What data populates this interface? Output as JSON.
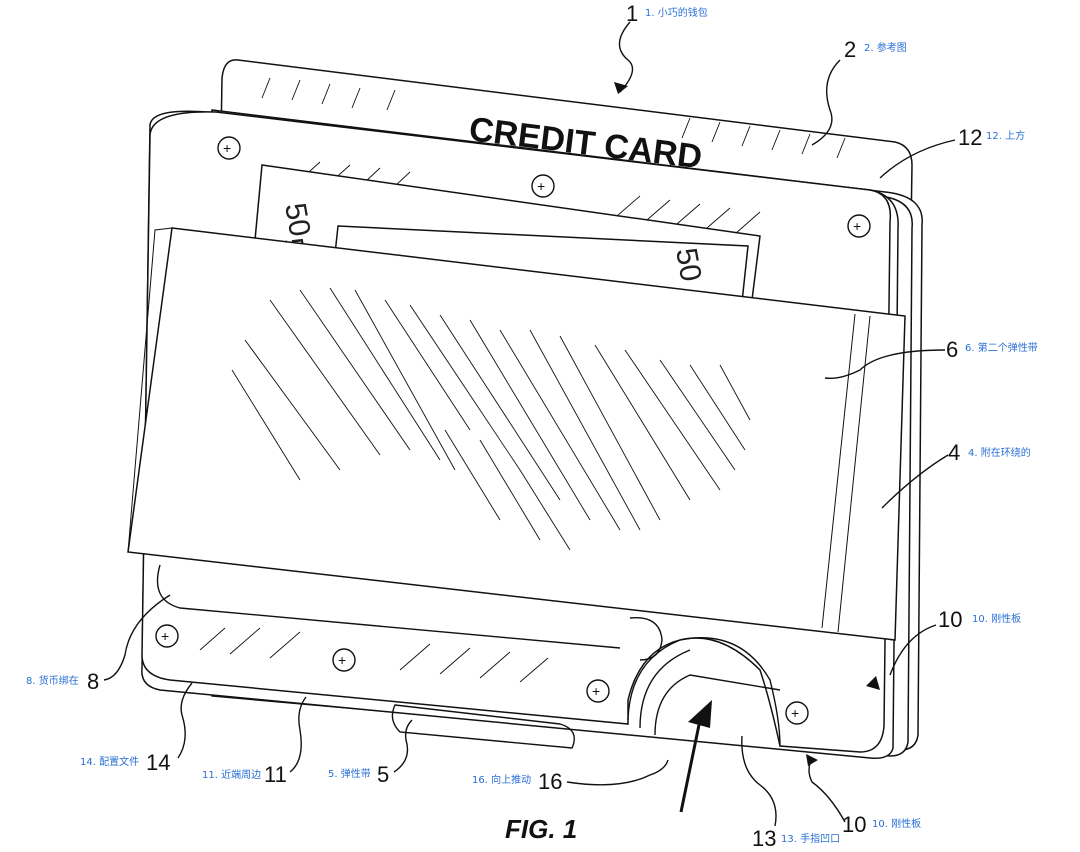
{
  "card_text": "CREDIT CARD",
  "figure_label": "FIG. 1",
  "banknote_value": "50",
  "callouts": [
    {
      "num": "1",
      "label": "1. 小巧的钱包"
    },
    {
      "num": "2",
      "label": "2. 参考图"
    },
    {
      "num": "12",
      "label": "12. 上方"
    },
    {
      "num": "6",
      "label": "6. 第二个弹性带"
    },
    {
      "num": "4",
      "label": "4. 附在环绕的"
    },
    {
      "num": "10",
      "label": "10. 刚性板"
    },
    {
      "num": "8",
      "label": "8. 货币绑在"
    },
    {
      "num": "14",
      "label": "14. 配置文件"
    },
    {
      "num": "11",
      "label": "11. 近端周边"
    },
    {
      "num": "5",
      "label": "5. 弹性带"
    },
    {
      "num": "16",
      "label": "16. 向上推动"
    },
    {
      "num": "13",
      "label": "13. 手指凹口"
    },
    {
      "num": "10",
      "label": "10. 刚性板"
    }
  ]
}
